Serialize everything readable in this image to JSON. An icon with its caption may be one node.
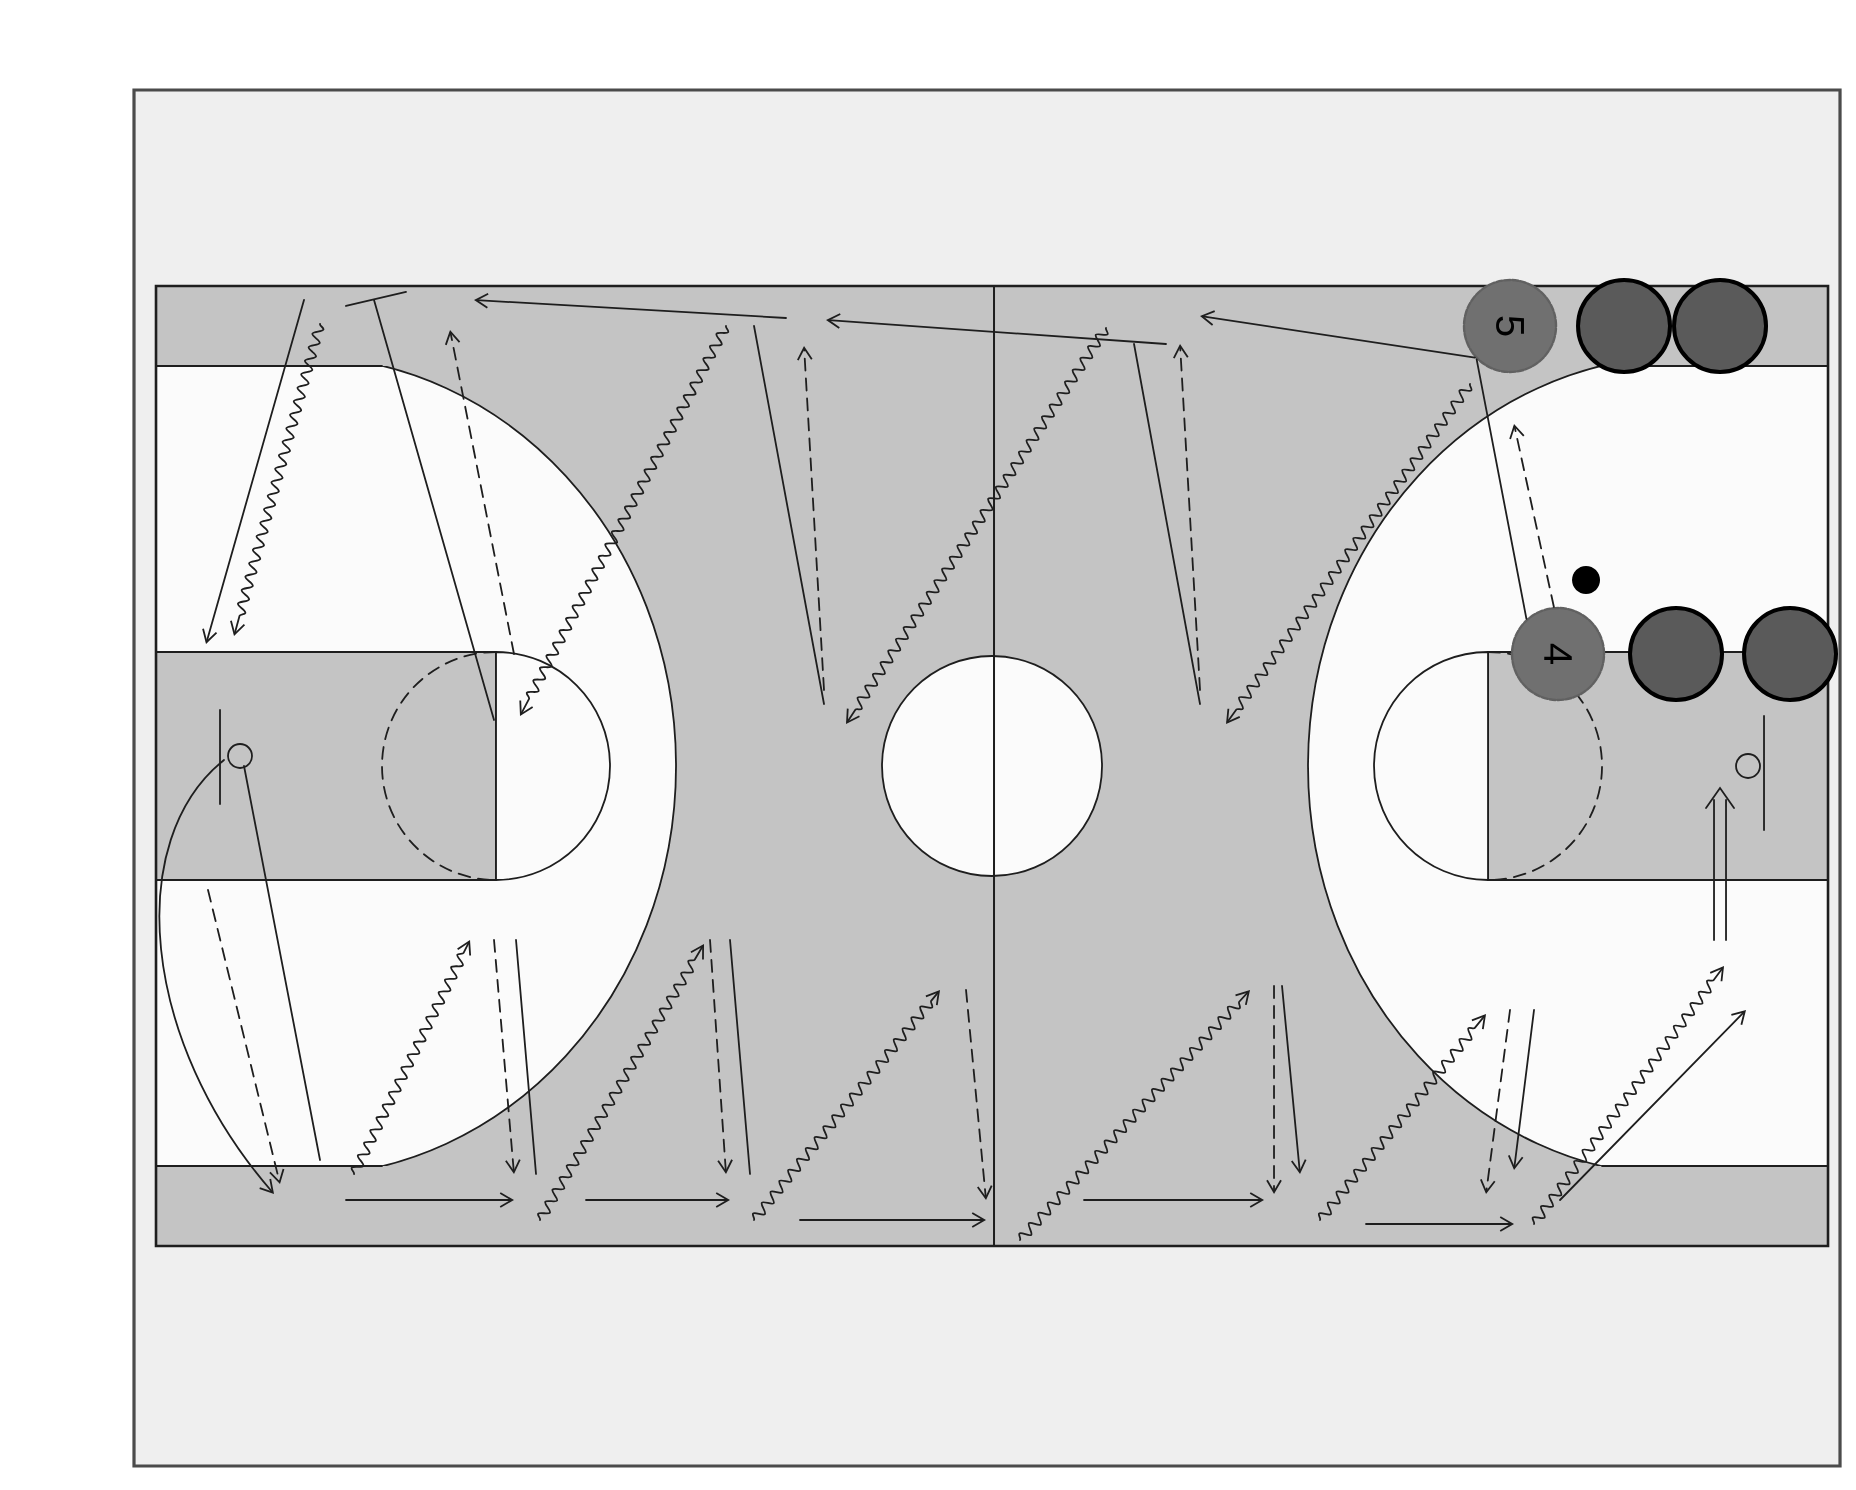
{
  "diagram": {
    "nodes": [
      {
        "text": [
          "5"
        ]
      },
      {
        "text": [],
        "shape": "circle"
      },
      {
        "text": [],
        "shape": "circle"
      },
      {
        "text": [
          "4"
        ]
      },
      {
        "text": [],
        "shape": "circle"
      },
      {
        "text": [],
        "shape": "circle"
      }
    ],
    "edges": [
      {
        "from": 0,
        "to": null,
        "arrow": "to"
      },
      {
        "from": 0,
        "to": 3,
        "arrow": "none"
      },
      {
        "from": 3,
        "to": null,
        "arrow": "to",
        "style": "dashed"
      }
    ]
  }
}
